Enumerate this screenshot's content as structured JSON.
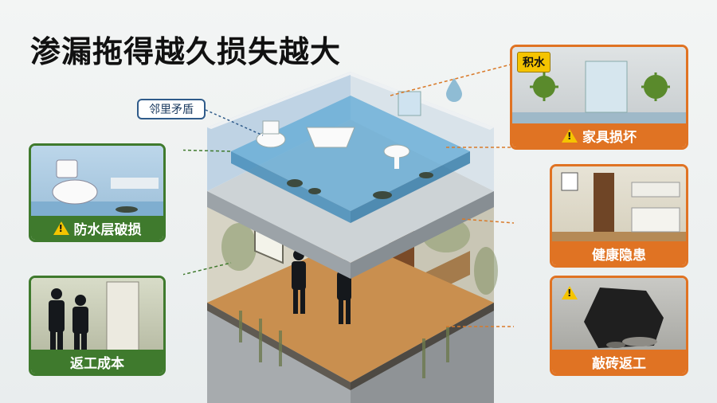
{
  "title": "渗漏拖得越久损失越大",
  "callout": "邻里矛盾",
  "left_panels": {
    "waterproof": {
      "label": "防水层破损",
      "icon": "warning-icon"
    },
    "rework": {
      "label": "返工成本"
    }
  },
  "right_panels": {
    "furniture": {
      "tag": "积水",
      "label": "家具损坏",
      "icon": "warning-icon"
    },
    "health": {
      "label": "健康隐患"
    },
    "demolition": {
      "label": "敲砖返工",
      "icon": "warning-icon"
    }
  },
  "colors": {
    "green": "#3f7a2d",
    "orange": "#e07323",
    "callout_blue": "#2f5b8a",
    "warning_yellow": "#f5c400"
  }
}
